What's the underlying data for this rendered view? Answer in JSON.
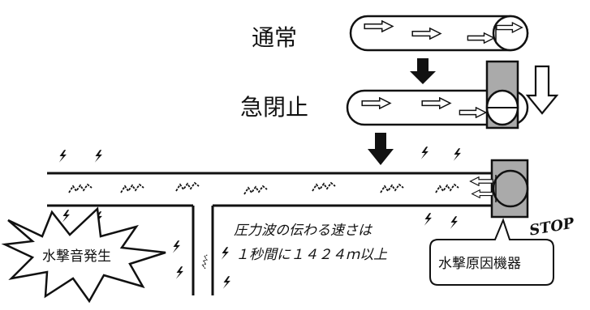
{
  "labels": {
    "normal": "通常",
    "sudden_close": "急閉止",
    "pressure_wave_line1": "圧力波の伝わる速さは",
    "pressure_wave_line2": "１秒間に１４２４ｍ以上",
    "stop": "STOP",
    "cause_device": "水撃原因機器",
    "hammer_noise": "水撃音発生"
  },
  "colors": {
    "line": "#111111",
    "valve_fill": "#aaaaaa",
    "background": "#ffffff"
  },
  "icons": [
    "flow-arrow-icon",
    "down-arrow-icon",
    "spark-icon",
    "valve-icon",
    "burst-icon"
  ]
}
